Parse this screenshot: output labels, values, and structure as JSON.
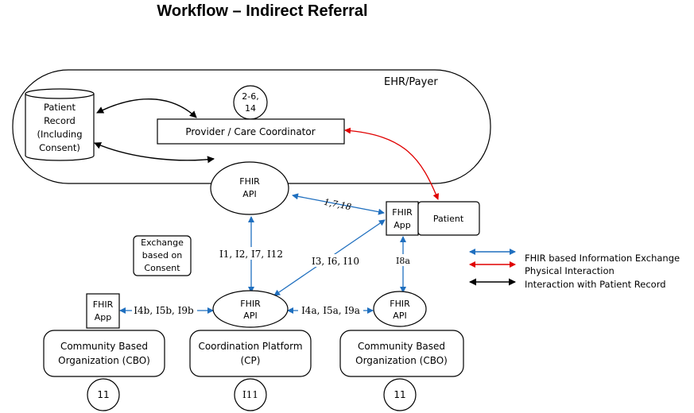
{
  "title": "Workflow – Indirect Referral",
  "colors": {
    "fhir_exchange": "#1f6fbf",
    "physical": "#e00000",
    "record": "#000000"
  },
  "container": {
    "label": "EHR/Payer"
  },
  "patient_record": {
    "lines": [
      "Patient",
      "Record",
      "(Including",
      "Consent)"
    ]
  },
  "provider": {
    "label": "Provider / Care Coordinator",
    "step_lines": [
      "2-6,",
      "14"
    ]
  },
  "fhir_api_ehr": {
    "lines": [
      "FHIR",
      "API"
    ]
  },
  "patient": {
    "app_lines": [
      "FHIR",
      "App"
    ],
    "label": "Patient"
  },
  "exchange_note": {
    "lines": [
      "Exchange",
      "based on",
      "Consent"
    ]
  },
  "edges": {
    "ehr_to_patient_app": "1,7,18",
    "ehr_to_cp": "I1, I2, I7, I12",
    "patient_to_cp": "I3, I6, I10",
    "patient_to_cbo_right": "I8a",
    "cbo_left_to_cp": "I4b, I5b, I9b",
    "cp_to_cbo_right": "I4a, I5a, I9a"
  },
  "cbo_left": {
    "app_lines": [
      "FHIR",
      "App"
    ],
    "org_lines": [
      "Community Based",
      "Organization (CBO)"
    ],
    "step": "11"
  },
  "cp": {
    "api_lines": [
      "FHIR",
      "API"
    ],
    "org_lines": [
      "Coordination Platform",
      "(CP)"
    ],
    "step": "I11"
  },
  "cbo_right": {
    "api_lines": [
      "FHIR",
      "API"
    ],
    "org_lines": [
      "Community Based",
      "Organization (CBO)"
    ],
    "step": "11"
  },
  "legend": [
    {
      "label": "FHIR based Information Exchange",
      "kind": "fhir_exchange"
    },
    {
      "label": "Physical Interaction",
      "kind": "physical"
    },
    {
      "label": "Interaction with Patient Record",
      "kind": "record"
    }
  ]
}
